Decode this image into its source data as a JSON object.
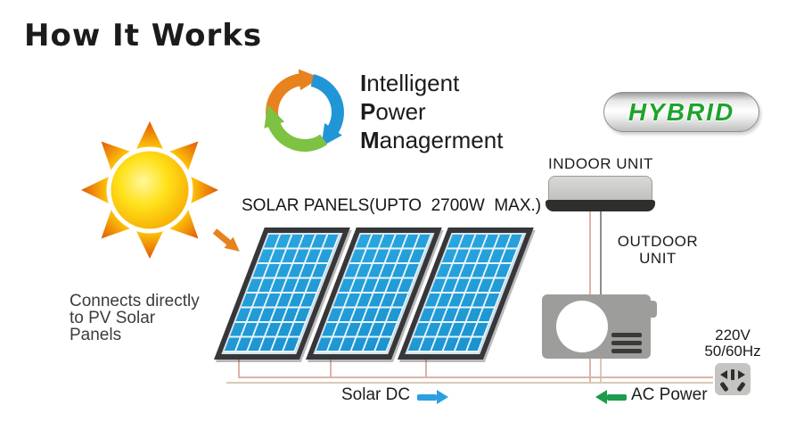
{
  "header": {
    "title": "How It Works"
  },
  "ipm": {
    "icon": "recycle-cycle-icon",
    "lines": [
      {
        "lead": "I",
        "rest": "ntelligent"
      },
      {
        "lead": "P",
        "rest": "ower"
      },
      {
        "lead": "M",
        "rest": "anagerment"
      }
    ]
  },
  "hybrid": {
    "label": "HYBRID",
    "text_color": "#1FA32B"
  },
  "solar": {
    "label": "SOLAR PANELS(UPTO  2700W  MAX.)",
    "panel_count": 3,
    "panel_color": "#1E9BD7"
  },
  "side_note": {
    "lines": [
      "Connects directly",
      "to PV Solar",
      "Panels"
    ]
  },
  "indoor": {
    "label": "INDOOR UNIT"
  },
  "outdoor": {
    "label_line1": "OUTDOOR",
    "label_line2": "UNIT"
  },
  "power": {
    "voltage": "220V",
    "frequency": "50/60Hz"
  },
  "legend": {
    "solar_dc": "Solar DC",
    "ac_power": "AC Power",
    "solar_dc_color": "#2B9FE0",
    "ac_power_color": "#1E9A4C"
  },
  "colors": {
    "cycle_orange": "#E8821E",
    "cycle_blue": "#2196D6",
    "cycle_green": "#7DC242",
    "sun_core": "#FFE11A",
    "sun_edge": "#F6A800",
    "ray_tip": "#E0590A",
    "wire_pink": "#DCB3A7",
    "wire_tan": "#D9C9B6"
  }
}
